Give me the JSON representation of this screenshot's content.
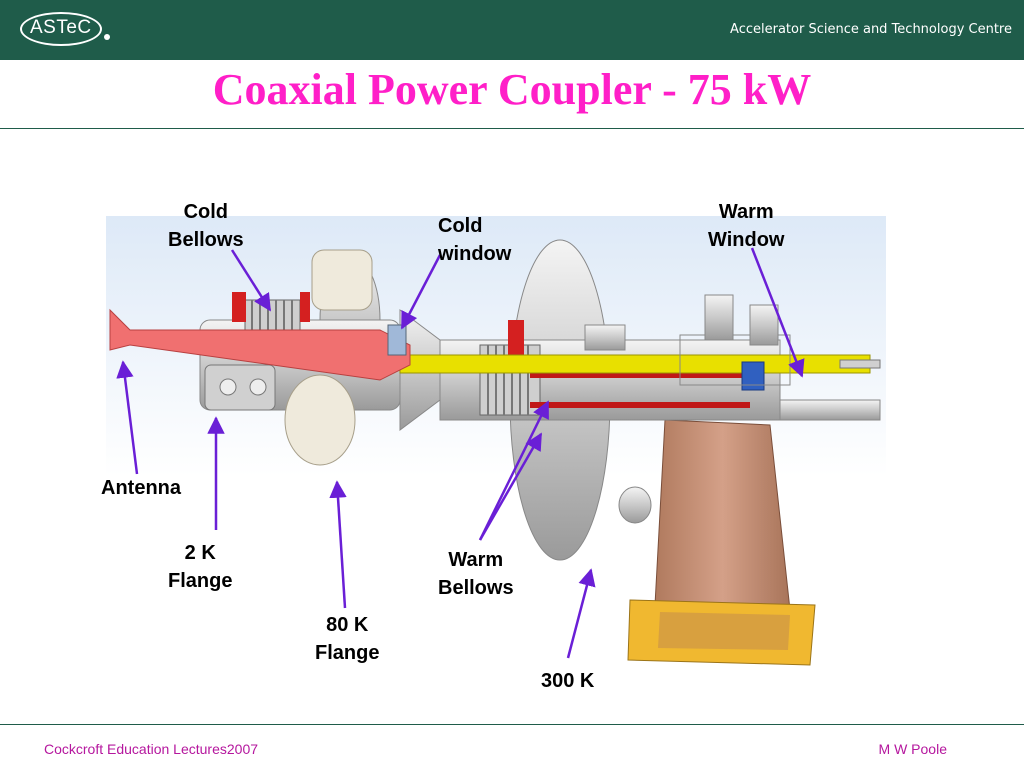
{
  "header": {
    "logo": "ASTeC",
    "organization": "Accelerator Science and Technology Centre"
  },
  "title": "Coaxial Power Coupler - 75 kW",
  "labels": {
    "cold_bellows": [
      "Cold",
      "Bellows"
    ],
    "cold_window": [
      "Cold",
      "window"
    ],
    "warm_window": [
      "Warm",
      "Window"
    ],
    "antenna": [
      "Antenna"
    ],
    "flange_2k": [
      "2 K",
      "Flange"
    ],
    "flange_80k": [
      "80 K",
      "Flange"
    ],
    "warm_bellows": [
      "Warm",
      "Bellows"
    ],
    "temp_300k": [
      "300 K"
    ]
  },
  "footer": {
    "left": "Cockcroft Education Lectures2007",
    "right": "M W Poole"
  },
  "colors": {
    "header_bg": "#1f5c4a",
    "title": "#ff1fc8",
    "footer_text": "#b5179e",
    "arrow": "#6a1fd6",
    "antenna": "#f07070",
    "inner_conductor": "#e8e000",
    "waveguide": "#c08a6a",
    "base_plate": "#f0b830"
  }
}
